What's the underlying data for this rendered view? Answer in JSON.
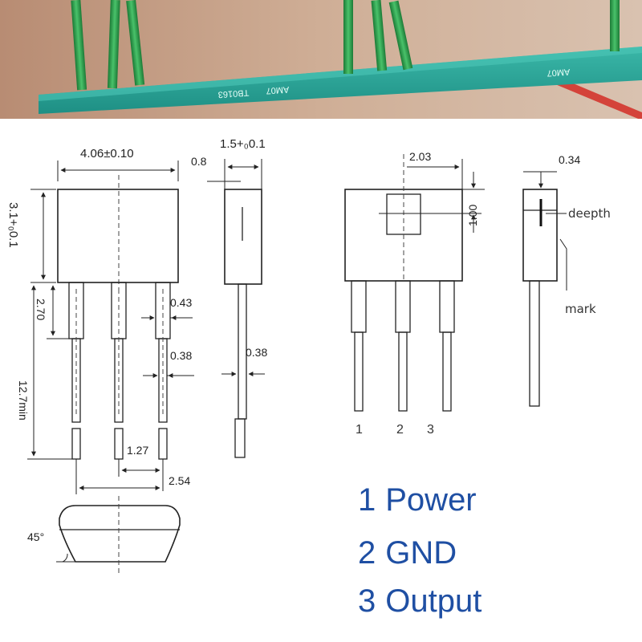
{
  "photo": {
    "board_marking_left": "AM07",
    "board_marking_right": "AM07",
    "board_code": "TB0163"
  },
  "dimensions": {
    "body_width": "4.06±0.10",
    "body_height": "3.1+₀0.1",
    "lead_gap": "0.8",
    "side_thickness": "1.5+₀0.1",
    "shoulder": "2.70",
    "lead_length": "12.7min",
    "lead_width_top": "0.43",
    "lead_width": "0.38",
    "side_lead_width": "0.38",
    "pitch_half": "1.27",
    "pitch": "2.54",
    "chamfer": "45°",
    "sensor_offset_x": "2.03",
    "sensor_offset_y": "1.00",
    "sensor_depth": "0.34"
  },
  "labels": {
    "depth": "deepth",
    "mark": "mark"
  },
  "pin_numbers": [
    "1",
    "2",
    "3"
  ],
  "pin_legend": [
    {
      "num": "1",
      "name": "Power"
    },
    {
      "num": "2",
      "name": "GND"
    },
    {
      "num": "3",
      "name": "Output"
    }
  ],
  "colors": {
    "legend_text": "#1f4fa3",
    "pcb": "#2aa69a",
    "lead_wire": "#2c9a4a"
  }
}
